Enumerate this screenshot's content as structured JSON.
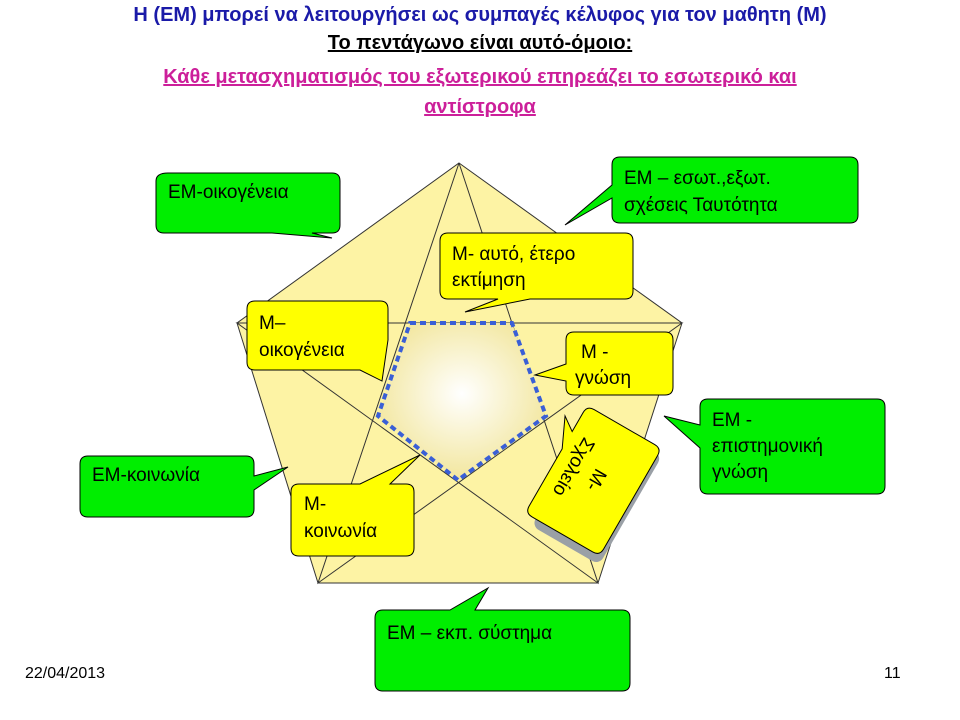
{
  "slide": {
    "title_line1": "Η (ΕΜ) μπορεί να λειτουργήσει ως συμπαγές κέλυφος για τον μαθητη (Μ)",
    "title_line2": "Το πεντάγωνο είναι αυτό-όμοιο:",
    "title_line3a": "Κάθε μετασχηματισμός του εξωτερικού επηρεάζει το εσωτερικό και",
    "title_line3b": "αντίστροφα",
    "date": "22/04/2013",
    "page_number": "11"
  },
  "outer_callouts": {
    "family": "ΕΜ-οικογένεια",
    "relations_1": "ΕΜ – εσωτ.,εξωτ.",
    "relations_2": "σχέσεις Ταυτότητα",
    "knowledge_1": "ΕΜ -",
    "knowledge_2": "επιστημονική",
    "knowledge_3": "γνώση",
    "society": "ΕΜ-κοινωνία",
    "system": "ΕΜ – εκπ. σύστημα"
  },
  "inner_callouts": {
    "self_1": "Μ- αυτό, έτερο",
    "self_2": "εκτίμηση",
    "family_1": "Μ–",
    "family_2": "οικογένεια",
    "knowledge_1": "Μ -",
    "knowledge_2": "γνώση",
    "school_1": "Μ-",
    "school_2": "Σχολείο",
    "society_1": "Μ-",
    "society_2": "κοινωνία"
  },
  "colors": {
    "outer_callout_fill": "#00ee00",
    "inner_callout_fill": "#ffff00",
    "pentagon_fill": "#fdf3a4",
    "inner_pentagon_border": "#3a5fd6",
    "title_blue": "#1a1aa8",
    "title_magenta": "#cc1f9a"
  }
}
